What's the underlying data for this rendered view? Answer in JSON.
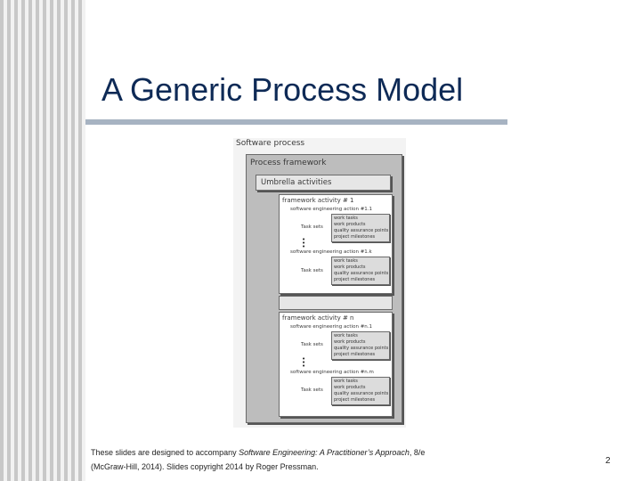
{
  "slide": {
    "title": "A Generic Process Model",
    "page_number": "2",
    "footer": {
      "line1_pre": "These slides are designed to accompany ",
      "line1_book": "Software Engineering: A Practitioner’s Approach",
      "line1_post": ", 8/e",
      "line2": "(McGraw-Hill, 2014). Slides copyright 2014 by Roger Pressman."
    }
  },
  "diagram": {
    "software_process": "Software process",
    "process_framework": "Process framework",
    "umbrella_activities": "Umbrella activities",
    "task_set_label": "Task sets",
    "task_items": [
      "work tasks",
      "work products",
      "quality assurance points",
      "project milestones"
    ],
    "activity_1": {
      "title": "framework activity # 1",
      "action_1": "software engineering action #1.1",
      "action_k": "software engineering action #1.k"
    },
    "activity_n": {
      "title": "framework activity # n",
      "action_1": "software engineering action #n.1",
      "action_m": "software engineering action #n.m"
    }
  },
  "colors": {
    "title": "#0e2a56",
    "rule": "#a7b3c2",
    "figure_bg": "#f3f3f3",
    "panel_grey": "#bdbdbd"
  }
}
